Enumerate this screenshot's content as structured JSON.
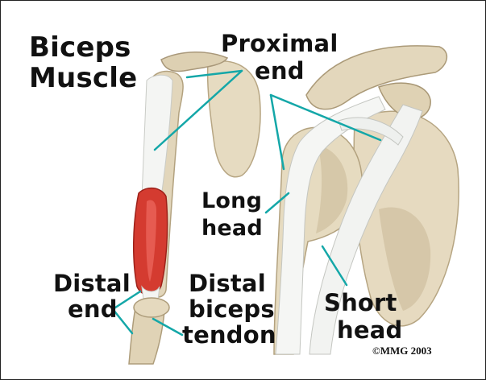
{
  "colors": {
    "bone": "#e8dcc2",
    "bone_shadow": "#b9a785",
    "tendon": "#f4f5f3",
    "muscle": "#d5392f",
    "leader_line": "#14a7a8"
  },
  "labels": {
    "title_line1": "Biceps",
    "title_line2": "Muscle",
    "proximal_line1": "Proximal",
    "proximal_line2": "end",
    "long_line1": "Long",
    "long_line2": "head",
    "distal_end_line1": "Distal",
    "distal_end_line2": "end",
    "distal_tendon_line1": "Distal",
    "distal_tendon_line2": "biceps",
    "distal_tendon_line3": "tendon",
    "short_line1": "Short",
    "short_line2": "head",
    "copyright": "©MMG 2003"
  }
}
